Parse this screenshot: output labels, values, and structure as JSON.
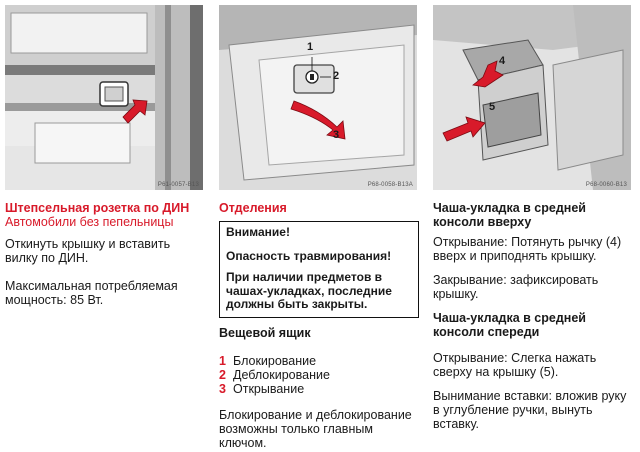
{
  "figures": [
    {
      "code": "P61-0057-B13",
      "callouts": []
    },
    {
      "code": "P68-0058-B13A",
      "callouts": [
        "1",
        "2",
        "3"
      ]
    },
    {
      "code": "P68-0060-B13",
      "callouts": [
        "4",
        "5"
      ]
    }
  ],
  "col1": {
    "title": "Штепсельная розетка по ДИН",
    "subtitle": "Автомобили без пепельницы",
    "p1": "Откинуть крышку и вставить вилку по ДИН.",
    "p2": "Максимальная потребляемая мощность: 85 Вт."
  },
  "col2": {
    "title": "Отделения",
    "warning": {
      "line1": "Внимание!",
      "line2": "Опасность травмирования!",
      "line3": "При наличии предметов в чашах-укладках, последние должны быть закрыты."
    },
    "section": "Вещевой ящик",
    "items": [
      {
        "num": "1",
        "label": "Блокирование"
      },
      {
        "num": "2",
        "label": "Деблокирование"
      },
      {
        "num": "3",
        "label": "Открывание"
      }
    ],
    "note": "Блокирование и деблокирование возможны только главным ключом."
  },
  "col3": {
    "h1": "Чаша-укладка в средней консоли вверху",
    "p1": "Открывание: Потянуть рычку (4) вверх и приподнять крышку.",
    "p2": "Закрывание: зафиксировать крышку.",
    "h2": "Чаша-укладка в средней консоли спереди",
    "p3": "Открывание: Слегка нажать сверху на крышку (5).",
    "p4": "Вынимание вставки: вложив руку в углубление ручки, вынуть вставку."
  },
  "colors": {
    "accent": "#d81a2a",
    "text": "#1a1a1a"
  }
}
